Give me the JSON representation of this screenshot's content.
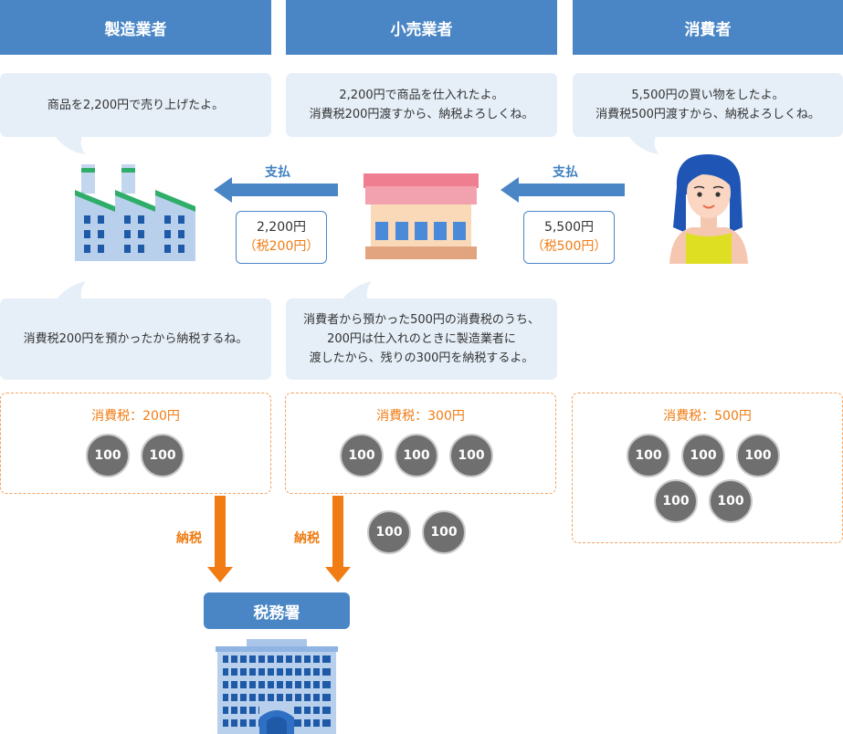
{
  "headers": {
    "manufacturer": "製造業者",
    "retailer": "小売業者",
    "consumer": "消費者"
  },
  "bubbles": {
    "manufacturer_top": [
      "商品を2,200円で売り上げたよ。"
    ],
    "retailer_top": [
      "2,200円で商品を仕入れたよ。",
      "消費税200円渡すから、納税よろしくね。"
    ],
    "consumer_top": [
      "5,500円の買い物をしたよ。",
      "消費税500円渡すから、納税よろしくね。"
    ],
    "manufacturer_bottom": [
      "消費税200円を預かったから納税するね。"
    ],
    "retailer_bottom": [
      "消費者から預かった500円の消費税のうち、",
      "200円は仕入れのときに製造業者に",
      "渡したから、残りの300円を納税するよ。"
    ]
  },
  "payments": {
    "label": "支払",
    "retail_to_manufacturer": {
      "amount": "2,200円",
      "tax": "（税200円）"
    },
    "consumer_to_retail": {
      "amount": "5,500円",
      "tax": "（税500円）"
    }
  },
  "tax_boxes": {
    "manufacturer": {
      "title": "消費税：200円"
    },
    "retailer": {
      "title": "消費税：300円"
    },
    "consumer": {
      "title": "消費税：500円"
    }
  },
  "coin_label": "100",
  "arrows": {
    "pay_tax_label": "納税"
  },
  "tax_office": {
    "label": "税務署"
  },
  "colors": {
    "header_blue": "#4a86c5",
    "orange": "#f07c13",
    "bubble_bg": "#e6eff8",
    "coin": "#6f6f6f"
  }
}
